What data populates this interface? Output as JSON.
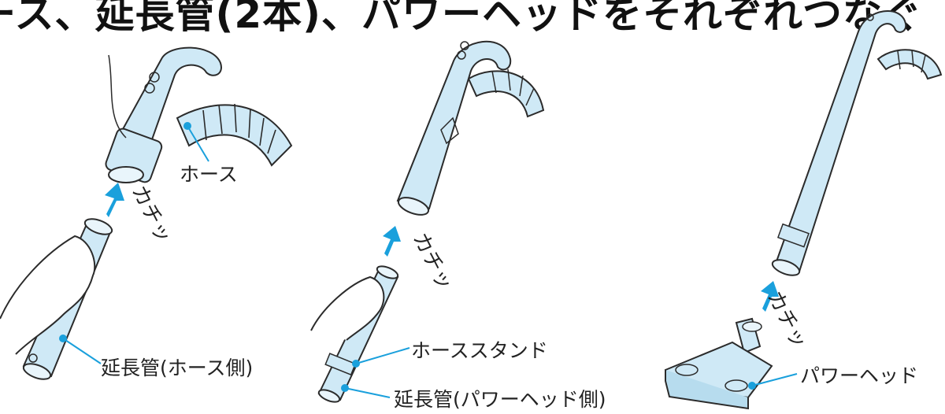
{
  "title": "ース、延長管(2本)、パワーヘッドをそれぞれつなぐ",
  "steps": [
    {
      "click_text": "カチッ",
      "labels": {
        "hose": "ホース",
        "pipe_hose_side": "延長管(ホース側)"
      }
    },
    {
      "click_text": "カチッ",
      "labels": {
        "hose_stand": "ホーススタンド",
        "pipe_powerhead_side": "延長管(パワーヘッド側)"
      }
    },
    {
      "click_text": "カチッ",
      "labels": {
        "power_head": "パワーヘッド"
      }
    }
  ],
  "colors": {
    "part_fill": "#cfe9f6",
    "outline": "#2b2b2b",
    "arrow": "#1aa0dc",
    "leader": "#1aa0dc"
  }
}
